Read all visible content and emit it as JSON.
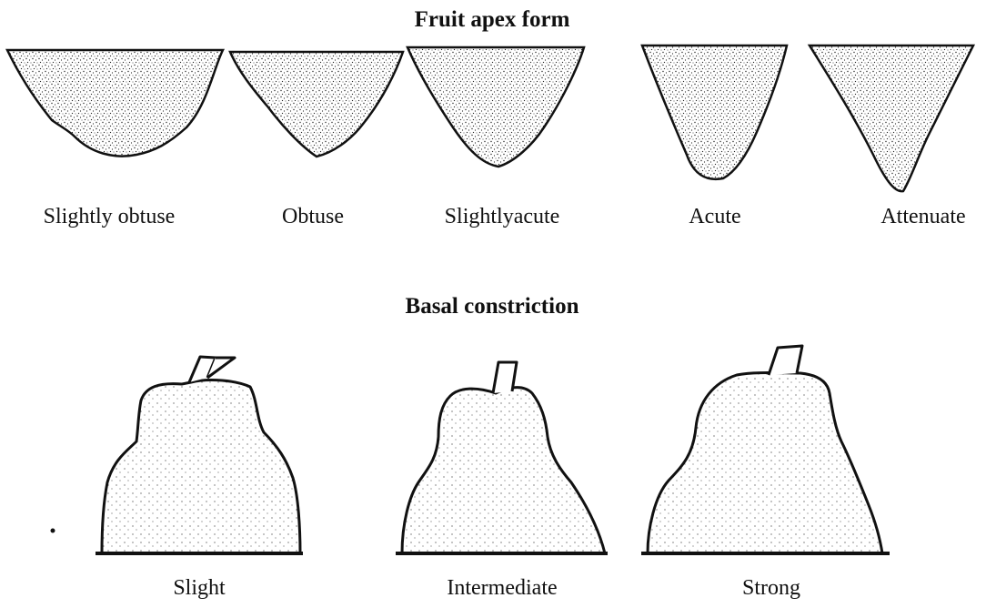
{
  "sections": {
    "apex": {
      "title": "Fruit apex form",
      "shapes": [
        {
          "label": "Slightly obtuse"
        },
        {
          "label": "Obtuse"
        },
        {
          "label": "Slightlyacute"
        },
        {
          "label": "Acute"
        },
        {
          "label": "Attenuate"
        }
      ]
    },
    "basal": {
      "title": "Basal constriction",
      "shapes": [
        {
          "label": "Slight"
        },
        {
          "label": "Intermediate"
        },
        {
          "label": "Strong"
        }
      ]
    }
  }
}
